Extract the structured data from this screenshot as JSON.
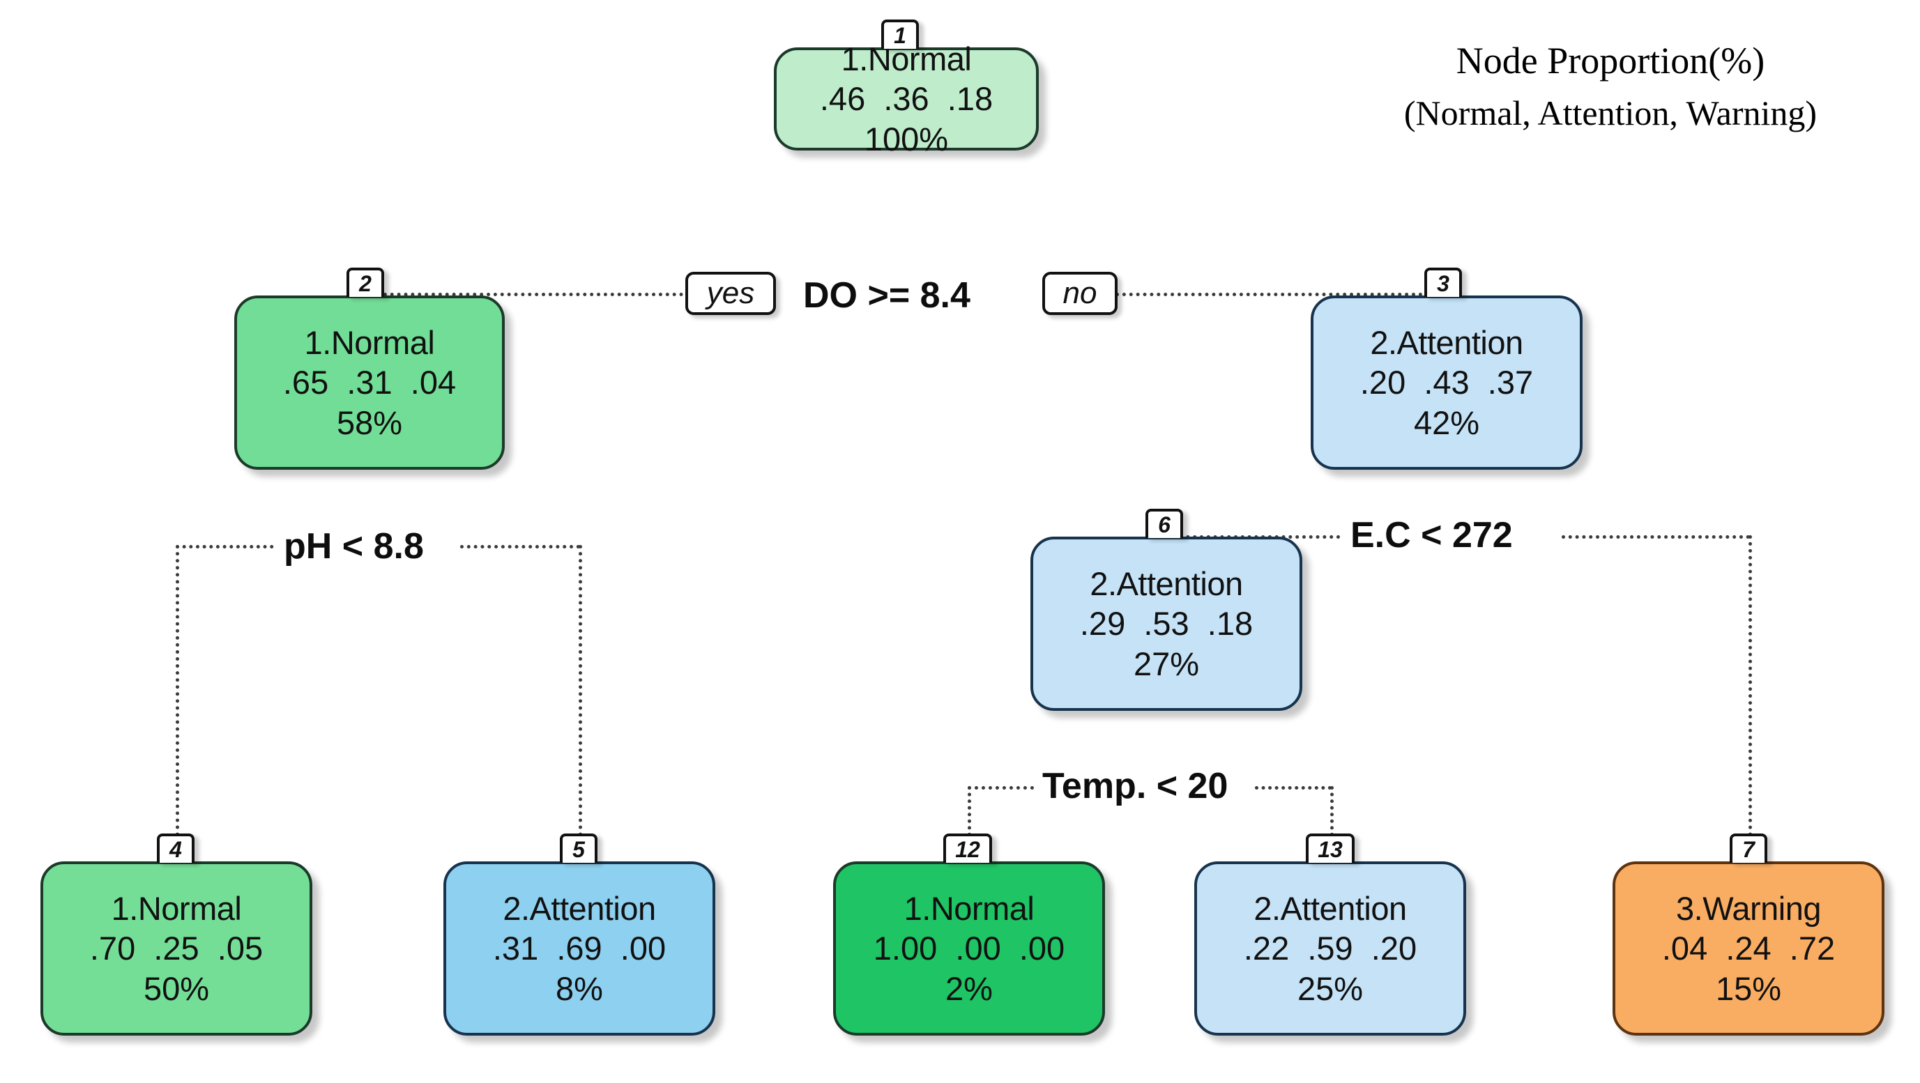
{
  "legend": {
    "line1": "Node Proportion(%)",
    "line2": "(Normal, Attention, Warning)"
  },
  "chart_data": {
    "type": "tree",
    "title": "Node Proportion(%) (Normal, Attention, Warning)",
    "class_order": [
      "Normal",
      "Attention",
      "Warning"
    ],
    "nodes": [
      {
        "id": "1",
        "tab": "1",
        "label": "1.Normal",
        "props": ".46  .36  .18",
        "pct": "100%",
        "p_normal": 0.46,
        "p_attention": 0.36,
        "p_warning": 0.18,
        "proportion": 100,
        "color": "#bfeccb",
        "klass": "green-pale"
      },
      {
        "id": "2",
        "tab": "2",
        "label": "1.Normal",
        "props": ".65  .31  .04",
        "pct": "58%",
        "p_normal": 0.65,
        "p_attention": 0.31,
        "p_warning": 0.04,
        "proportion": 58,
        "color": "#72dd96",
        "klass": "green-mid"
      },
      {
        "id": "3",
        "tab": "3",
        "label": "2.Attention",
        "props": ".20  .43  .37",
        "pct": "42%",
        "p_normal": 0.2,
        "p_attention": 0.43,
        "p_warning": 0.37,
        "proportion": 42,
        "color": "#c5e2f6",
        "klass": "blue-pale"
      },
      {
        "id": "4",
        "tab": "4",
        "label": "1.Normal",
        "props": ".70  .25  .05",
        "pct": "50%",
        "p_normal": 0.7,
        "p_attention": 0.25,
        "p_warning": 0.05,
        "proportion": 50,
        "color": "#74de97",
        "klass": "green-mid"
      },
      {
        "id": "5",
        "tab": "5",
        "label": "2.Attention",
        "props": ".31  .69  .00",
        "pct": "8%",
        "p_normal": 0.31,
        "p_attention": 0.69,
        "p_warning": 0.0,
        "proportion": 8,
        "color": "#8ed0ef",
        "klass": "blue-mid"
      },
      {
        "id": "6",
        "tab": "6",
        "label": "2.Attention",
        "props": ".29  .53  .18",
        "pct": "27%",
        "p_normal": 0.29,
        "p_attention": 0.53,
        "p_warning": 0.18,
        "proportion": 27,
        "color": "#c5e2f6",
        "klass": "blue-pale"
      },
      {
        "id": "7",
        "tab": "7",
        "label": "3.Warning",
        "props": ".04  .24  .72",
        "pct": "15%",
        "p_normal": 0.04,
        "p_attention": 0.24,
        "p_warning": 0.72,
        "proportion": 15,
        "color": "#f9ad63",
        "klass": "orange"
      },
      {
        "id": "12",
        "tab": "12",
        "label": "1.Normal",
        "props": "1.00  .00  .00",
        "pct": "2%",
        "p_normal": 1.0,
        "p_attention": 0.0,
        "p_warning": 0.0,
        "proportion": 2,
        "color": "#1fc464",
        "klass": "green-strong"
      },
      {
        "id": "13",
        "tab": "13",
        "label": "2.Attention",
        "props": ".22  .59  .20",
        "pct": "25%",
        "p_normal": 0.22,
        "p_attention": 0.59,
        "p_warning": 0.2,
        "proportion": 25,
        "color": "#c5e2f6",
        "klass": "blue-pale"
      }
    ],
    "splits": [
      {
        "id": "root",
        "condition": "DO >= 8.4",
        "parent": "1",
        "yes_child": "2",
        "no_child": "3",
        "yes_label": "yes",
        "no_label": "no"
      },
      {
        "id": "left",
        "condition": "pH < 8.8",
        "parent": "2",
        "yes_child": "4",
        "no_child": "5"
      },
      {
        "id": "right",
        "condition": "E.C < 272",
        "parent": "3",
        "yes_child": "6",
        "no_child": "7"
      },
      {
        "id": "mid",
        "condition": "Temp. < 20",
        "parent": "6",
        "yes_child": "12",
        "no_child": "13"
      }
    ]
  }
}
